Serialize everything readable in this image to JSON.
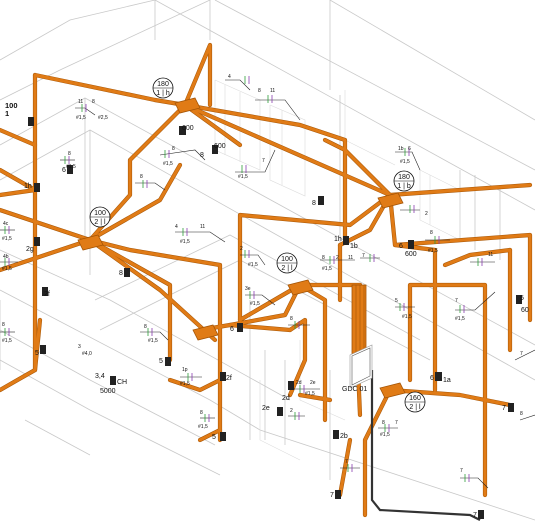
{
  "labels": {
    "circle_180_1h": {
      "top": "180",
      "bottom": "1 | h"
    },
    "circle_100_2": {
      "top": "100",
      "bottom": "2 | l"
    },
    "circle_180_1b": {
      "top": "180",
      "bottom": "1 | b"
    },
    "circle_100_2b": {
      "top": "100",
      "bottom": "2 | l"
    },
    "circle_160_2": {
      "top": "160",
      "bottom": "2 | l"
    },
    "box_100_1": "100\n1",
    "label_600_a": "600",
    "label_600_b": "600",
    "label_600_c": "600",
    "label_1h": "1h",
    "label_1b": "1b",
    "label_1h_left": "1h",
    "label_2g": "2g",
    "label_2f": "2f",
    "label_2f_b": "2f",
    "label_2d": "2d",
    "label_2e": "2e",
    "label_2b": "2b",
    "label_1a": "1a",
    "label_6a": "6",
    "label_6b": "6",
    "label_6c": "6",
    "label_6d": "6",
    "label_8a": "8",
    "label_8b": "8",
    "label_8c": "8",
    "label_5a": "5",
    "label_5b": "5",
    "label_5c": "5",
    "label_5d": "5",
    "label_7a": "7",
    "label_7b": "7",
    "label_7c": "7",
    "label_3_4": "3,4",
    "label_ch": "CH",
    "label_5000": "5000",
    "label_gdc": "GDC 01",
    "label_60": "60",
    "wire_15": "#1,5",
    "wire_25": "#2,5",
    "wire_40": "#4,0",
    "wire_phase": "11",
    "wire_count_8": "8",
    "wire_count_2": "2",
    "wire_count_7": "7",
    "wire_count_4": "4",
    "wire_count_3": "3",
    "wire_count_5": "5",
    "wire_count_9": "9",
    "wire_count_6": "6",
    "wire_1b": "1b",
    "wire_4c": "4c",
    "wire_4b": "4b",
    "wire_1p": "1p",
    "wire_3e": "3e",
    "wire_2d": "2d",
    "wire_2e": "2e",
    "wire_2f": "2f",
    "wire_2g": "2g"
  },
  "colors": {
    "conduit": "#e07b16",
    "conduit_edge": "#a45405",
    "wall": "#c9c9c9",
    "label": "#111111",
    "tick_green": "#2e9e3a",
    "tick_purple": "#8a3fb0"
  }
}
